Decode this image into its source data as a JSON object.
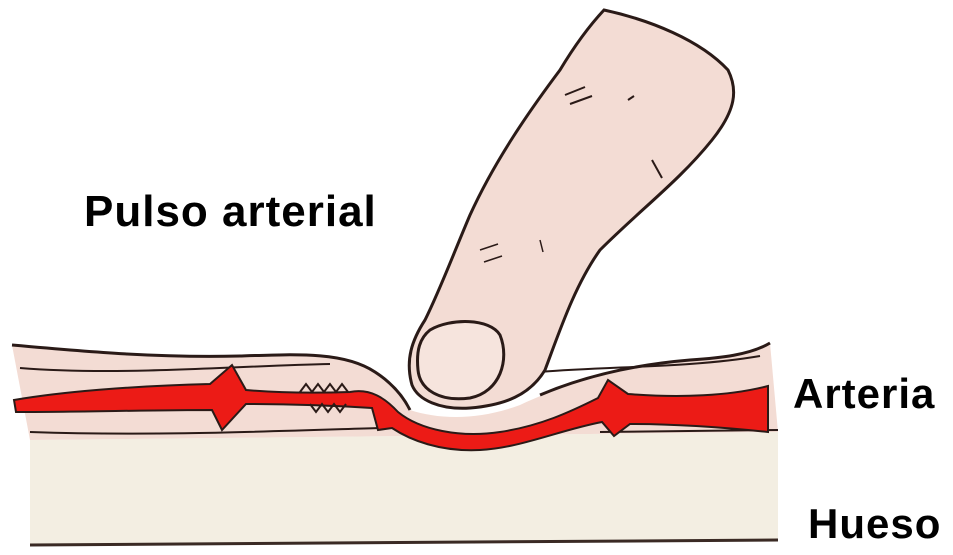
{
  "labels": {
    "title": "Pulso arterial",
    "artery": "Arteria",
    "bone": "Hueso"
  },
  "colors": {
    "background": "#ffffff",
    "skin": "#f3dcd4",
    "bone": "#f3eee2",
    "artery": "#ec1b16",
    "outline": "#2a1a17"
  },
  "icons": {
    "finger": "finger-illustration",
    "artery": "artery-vessel",
    "bone": "bone-layer"
  }
}
